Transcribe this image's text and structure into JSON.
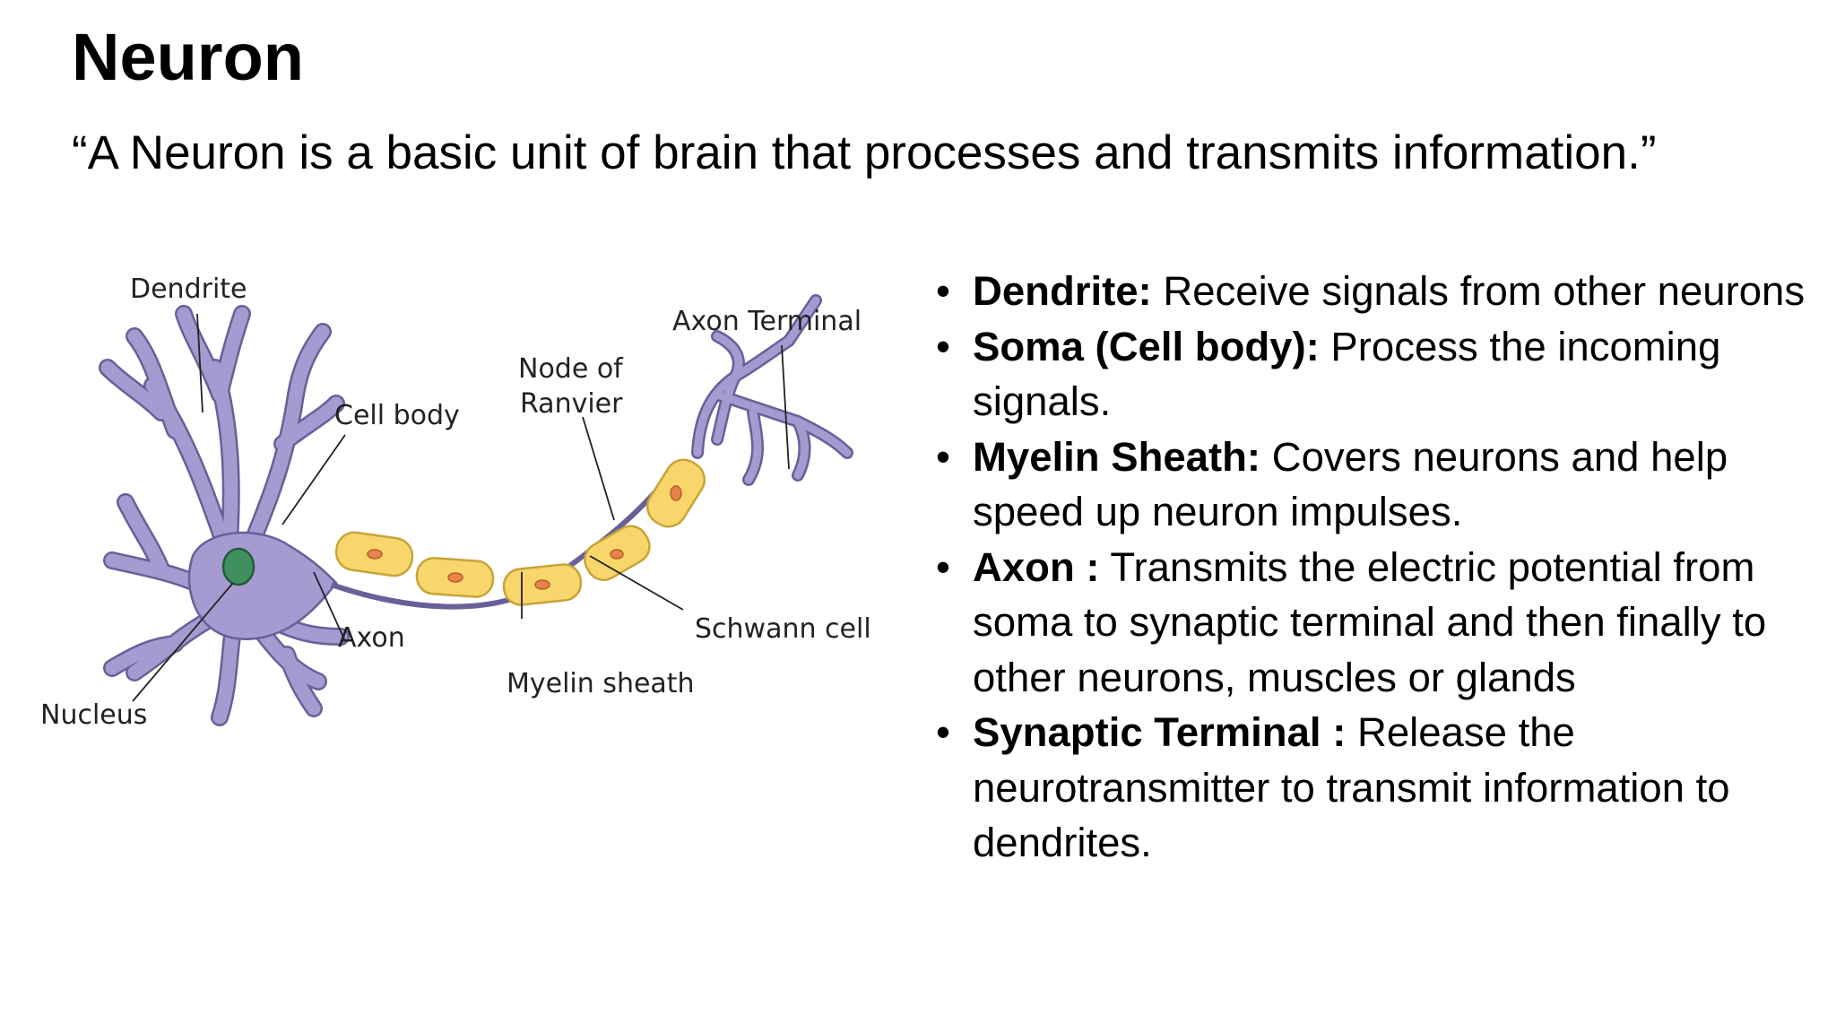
{
  "slide": {
    "title": "Neuron",
    "quote": "“A Neuron is a basic unit of brain that processes and transmits information.”"
  },
  "diagram": {
    "labels": {
      "dendrite": "Dendrite",
      "axon_terminal": "Axon Terminal",
      "node_of_ranvier_line1": "Node of",
      "node_of_ranvier_line2": "Ranvier",
      "cell_body": "Cell body",
      "schwann_cell": "Schwann cell",
      "axon": "Axon",
      "myelin_sheath": "Myelin sheath",
      "nucleus": "Nucleus"
    },
    "colors": {
      "neuron_body": "#a59bd0",
      "neuron_outline": "#6a5f99",
      "myelin": "#f7d66b",
      "myelin_outline": "#c9a33a",
      "schwann_nucleus": "#e8844a",
      "nucleus": "#3f8f5f",
      "leader_line": "#222222"
    }
  },
  "bullets": [
    {
      "term": "Dendrite:",
      "text": " Receive signals from other neurons"
    },
    {
      "term": "Soma (Cell body):",
      "text": " Process the incoming signals."
    },
    {
      "term": "Myelin Sheath:",
      "text": " Covers neurons and help speed up neuron impulses."
    },
    {
      "term": "Axon :",
      "text": " Transmits the electric potential from soma to synaptic terminal and then finally to other neurons, muscles or glands"
    },
    {
      "term": "Synaptic Terminal :",
      "text": " Release the neurotransmitter to transmit information to dendrites."
    }
  ]
}
